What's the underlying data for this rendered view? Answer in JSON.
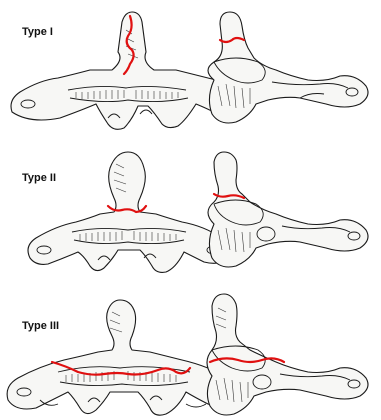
{
  "figure": {
    "rows": [
      {
        "label": "Type I"
      },
      {
        "label": "Type II"
      },
      {
        "label": "Type III"
      }
    ],
    "fracture_color": "#e01010"
  }
}
